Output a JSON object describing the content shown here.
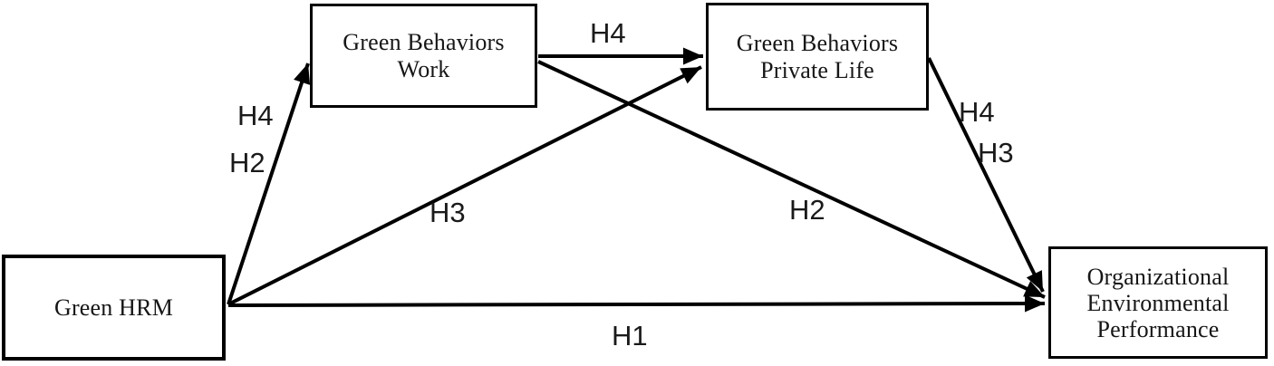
{
  "diagram": {
    "type": "conceptual-path-model",
    "nodes": {
      "green_hrm": {
        "lines": [
          "Green HRM"
        ]
      },
      "green_behaviors_work": {
        "lines": [
          "Green Behaviors",
          "Work"
        ]
      },
      "green_behaviors_private_life": {
        "lines": [
          "Green Behaviors",
          "Private Life"
        ]
      },
      "organizational_environmental_performance": {
        "lines": [
          "Organizational",
          "Environmental",
          "Performance"
        ]
      }
    },
    "edges": [
      {
        "from": "green_hrm",
        "to": "green_behaviors_work",
        "labels": [
          "H4",
          "H2"
        ]
      },
      {
        "from": "green_behaviors_work",
        "to": "green_behaviors_private_life",
        "labels": [
          "H4"
        ]
      },
      {
        "from": "green_hrm",
        "to": "green_behaviors_private_life",
        "labels": [
          "H3"
        ]
      },
      {
        "from": "green_behaviors_work",
        "to": "organizational_environmental_performance",
        "labels": [
          "H2"
        ]
      },
      {
        "from": "green_behaviors_private_life",
        "to": "organizational_environmental_performance",
        "labels": [
          "H4",
          "H3"
        ]
      },
      {
        "from": "green_hrm",
        "to": "organizational_environmental_performance",
        "labels": [
          "H1"
        ]
      }
    ],
    "colors": {
      "line": "#000000",
      "background": "#ffffff",
      "text": "#161616"
    }
  }
}
